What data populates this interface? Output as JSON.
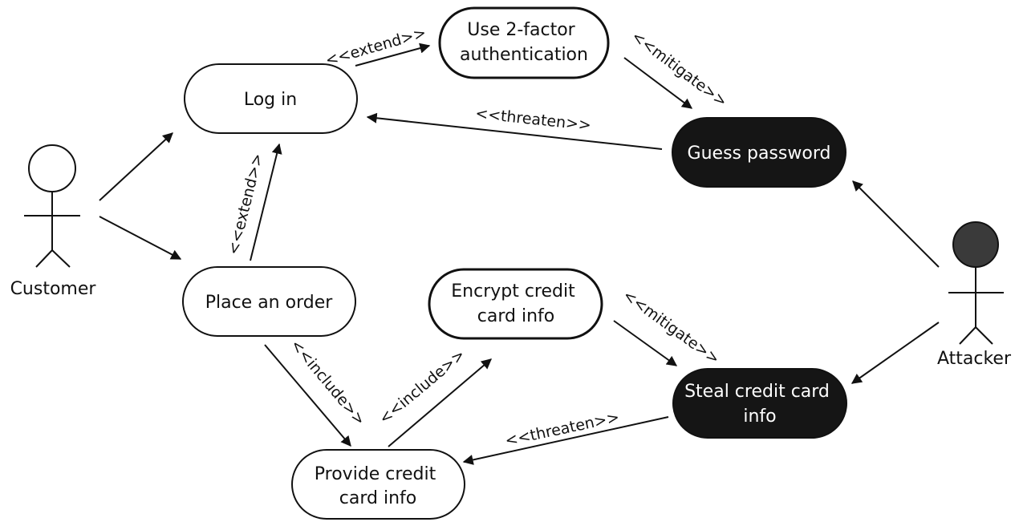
{
  "actors": {
    "customer": "Customer",
    "attacker": "Attacker"
  },
  "use_cases": {
    "login": [
      "Log in"
    ],
    "place_order": [
      "Place an order"
    ],
    "provide_cc": [
      "Provide credit",
      "card info"
    ],
    "two_factor": [
      "Use 2-factor",
      "authentication"
    ],
    "encrypt_cc": [
      "Encrypt credit",
      "card info"
    ]
  },
  "misuse_cases": {
    "guess_password": [
      "Guess password"
    ],
    "steal_cc": [
      "Steal credit card",
      "info"
    ]
  },
  "relations": {
    "extend_2fa": "<<extend>>",
    "extend_login": "<<extend>>",
    "mitigate_guess": "<<mitigate>>",
    "threaten_login": "<<threaten>>",
    "include_provide": "<<include>>",
    "include_encrypt": "<<include>>",
    "mitigate_steal": "<<mitigate>>",
    "threaten_provide": "<<threaten>>"
  },
  "colors": {
    "line": "#111111",
    "misuse_fill": "#151515",
    "attacker_head": "#3a3a3a",
    "background": "#ffffff"
  }
}
